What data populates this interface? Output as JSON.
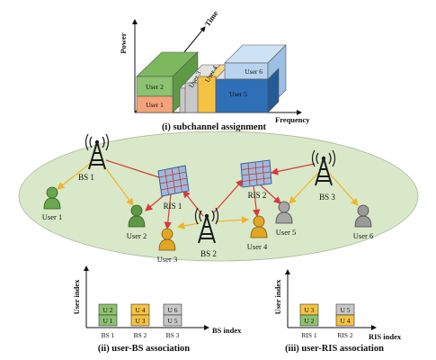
{
  "subchannel": {
    "caption": "(i) subchannel assignment",
    "axis_power": "Power",
    "axis_time": "Time",
    "axis_frequency": "Frequency",
    "users": [
      "User 1",
      "User 2",
      "User 3",
      "User 4",
      "User 5",
      "User 6"
    ]
  },
  "network": {
    "base_stations": [
      "BS 1",
      "BS 2",
      "BS 3"
    ],
    "ris": [
      "RIS 1",
      "RIS 2"
    ],
    "users": [
      "User 1",
      "User 2",
      "User 3",
      "User 4",
      "User 5",
      "User 6"
    ]
  },
  "user_bs": {
    "caption": "(ii) user-BS association",
    "ylabel": "User index",
    "xlabel": "BS index",
    "groups": [
      {
        "label": "BS 1",
        "bottom": "U 1",
        "top": "U 2"
      },
      {
        "label": "BS 2",
        "bottom": "U 3",
        "top": "U 4"
      },
      {
        "label": "BS 3",
        "bottom": "U 5",
        "top": "U 6"
      }
    ]
  },
  "user_ris": {
    "caption": "(iii) user-RIS association",
    "ylabel": "User index",
    "xlabel": "RIS index",
    "groups": [
      {
        "label": "RIS 1",
        "bottom": "U 2",
        "top": "U 3"
      },
      {
        "label": "RIS 2",
        "bottom": "U 4",
        "top": "U 5"
      }
    ]
  },
  "colors": {
    "user1": "#f5a37a",
    "user2": "#8cc270",
    "user3": "#c8c8c8",
    "user4": "#f5c242",
    "user5": "#2f6fb8",
    "user6": "#b9d3ee",
    "ellipse": "#d9e8c8",
    "arrow_red": "#d93a3a",
    "arrow_yellow": "#f0b429"
  }
}
